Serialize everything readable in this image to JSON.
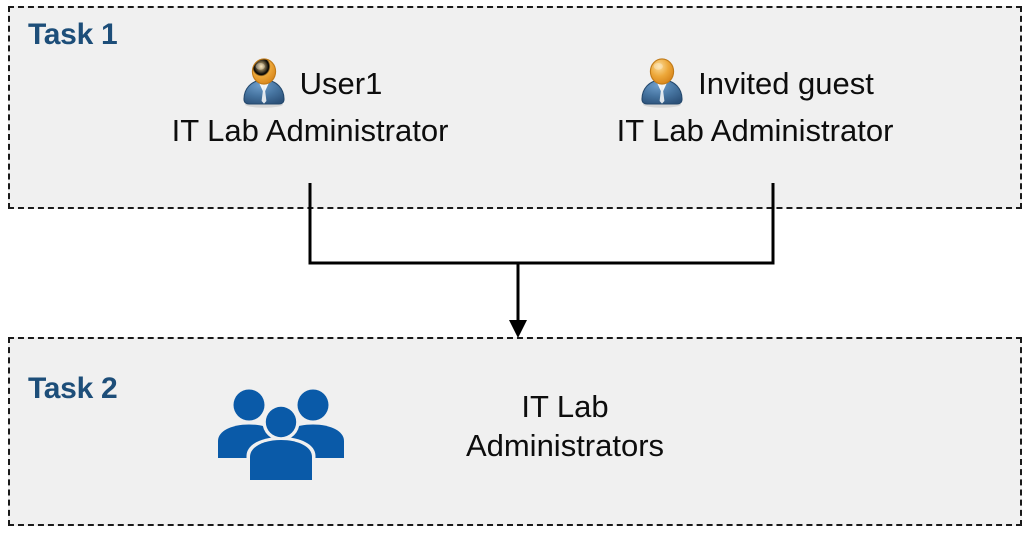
{
  "diagram": {
    "title_colors": {
      "task_label": "#1d4e79",
      "box_fill": "#f0f0f0",
      "box_border": "#1a1a1a",
      "connector": "#000000",
      "group_icon": "#0a5aa8",
      "person_head": "#eda83a",
      "person_body": "#3a6ea5"
    },
    "task1": {
      "label": "Task 1",
      "people": [
        {
          "icon": "user-icon",
          "name": "User1",
          "role": "IT Lab Administrator"
        },
        {
          "icon": "user-icon",
          "name": "Invited guest",
          "role": "IT Lab Administrator"
        }
      ]
    },
    "task2": {
      "label": "Task 2",
      "group": {
        "icon": "group-people-icon",
        "name_line1": "IT Lab",
        "name_line2": "Administrators"
      }
    },
    "connector": {
      "icon": "down-arrow-icon",
      "description": "arrow-from-task1-to-task2"
    }
  }
}
